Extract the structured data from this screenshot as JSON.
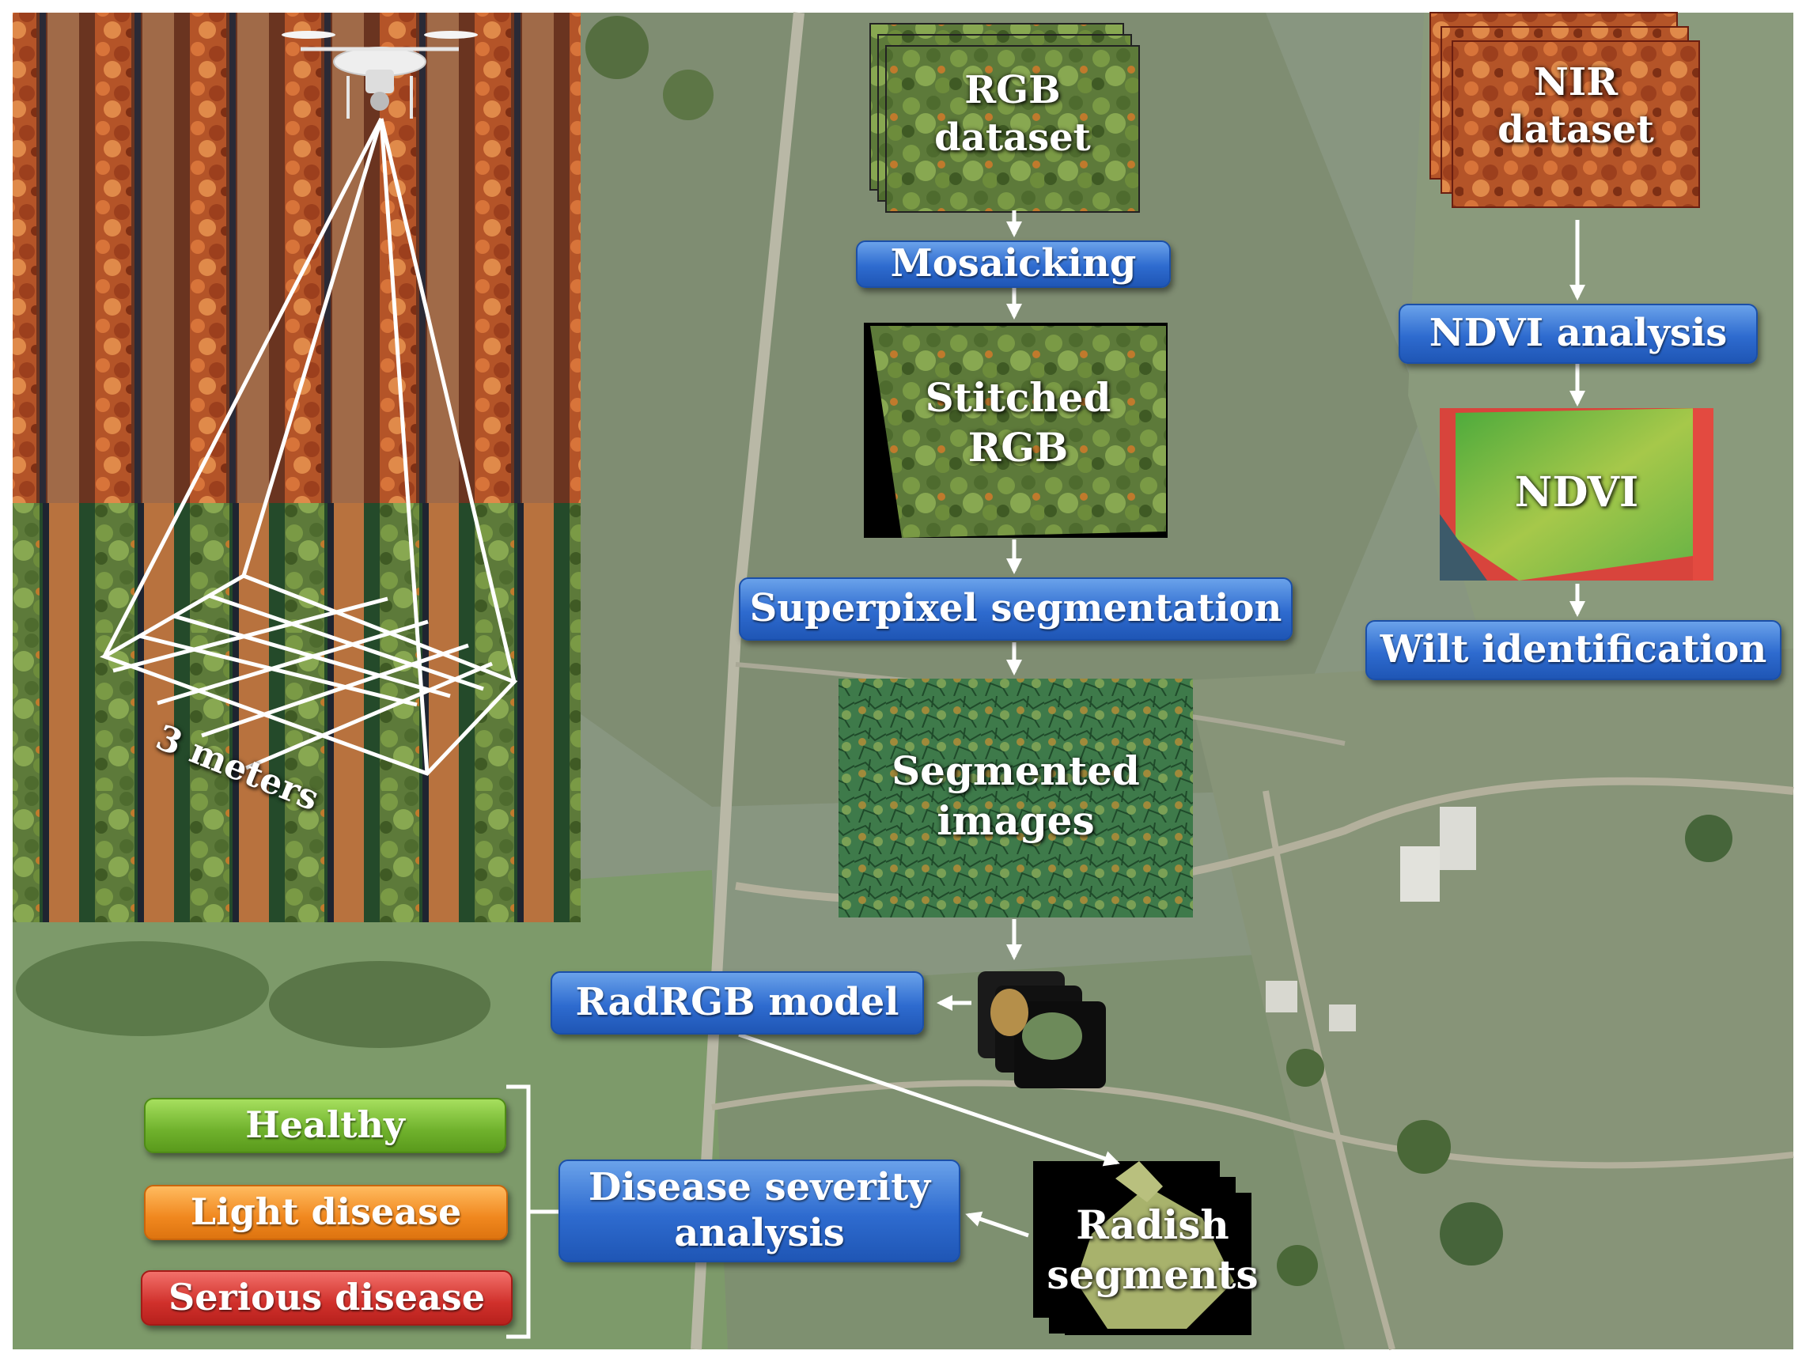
{
  "drone_panel": {
    "grid_label": "3 meters"
  },
  "inputs": {
    "rgb_dataset": "RGB\ndataset",
    "nir_dataset": "NIR\ndataset"
  },
  "rgb_pipeline": {
    "mosaicking": "Mosaicking",
    "stitched_rgb": "Stitched\nRGB",
    "superpixel_segmentation": "Superpixel segmentation",
    "segmented_images": "Segmented\nimages",
    "radrgb_model": "RadRGB model",
    "radish_segments": "Radish\nsegments",
    "disease_severity_analysis": "Disease  severity\nanalysis"
  },
  "nir_pipeline": {
    "ndvi_analysis": "NDVI analysis",
    "ndvi": "NDVI",
    "wilt_identification": "Wilt identification"
  },
  "severity_classes": {
    "healthy": "Healthy",
    "light_disease": "Light disease",
    "serious_disease": "Serious disease"
  },
  "colors": {
    "process_box": "#2e6bcf",
    "healthy": "#6fb12c",
    "light_disease": "#f0871e",
    "serious_disease": "#d0302b",
    "arrow": "#ffffff"
  }
}
